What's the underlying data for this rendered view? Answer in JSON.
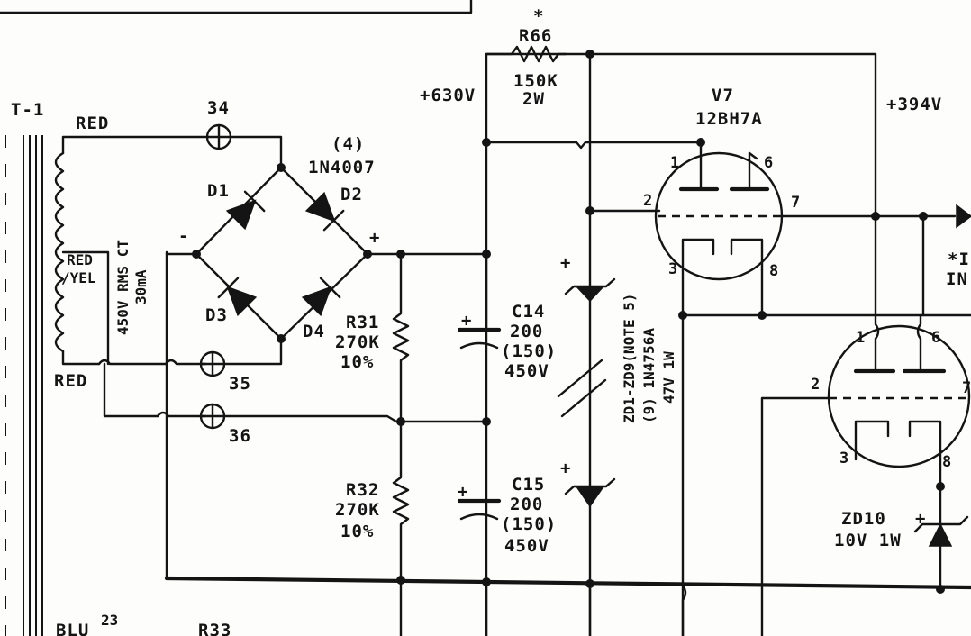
{
  "labels": {
    "t1": "T-1",
    "red_top": "RED",
    "red_yel_1": "RED",
    "red_yel_2": "/YEL",
    "red_bottom": "RED",
    "t1_rating_1": "450V RMS CT",
    "t1_rating_2": "30mA",
    "term_34": "34",
    "term_35": "35",
    "term_36": "36",
    "bridge_qty": "(4)",
    "bridge_part": "1N4007",
    "d1": "D1",
    "d2": "D2",
    "d3": "D3",
    "d4": "D4",
    "minus": "-",
    "plus": "+",
    "r31_name": "R31",
    "r31_value": "270K",
    "r31_tol": "10%",
    "r32_name": "R32",
    "r32_value": "270K",
    "r32_tol": "10%",
    "c14_name": "C14",
    "c14_value": "200",
    "c14_alt": "(150)",
    "c14_volt": "450V",
    "c15_name": "C15",
    "c15_value": "200",
    "c15_alt": "(150)",
    "c15_volt": "450V",
    "star": "*",
    "r66_name": "R66",
    "r66_value": "150K",
    "r66_power": "2W",
    "v630": "+630V",
    "v394": "+394V",
    "v7_name": "V7",
    "v7_part": "12BH7A",
    "zd_line1": "ZD1-ZD9(NOTE 5)",
    "zd_line2": "(9) 1N4756A",
    "zd_line3": "47V 1W",
    "zd10_name": "ZD10",
    "zd10_value": "10V 1W",
    "blu": "BLU",
    "term_23": "23",
    "r33": "R33",
    "edge_star": "*I",
    "edge_in": "IN",
    "pin1": "1",
    "pin2": "2",
    "pin3": "3",
    "pin6": "6",
    "pin7": "7",
    "pin8": "8"
  }
}
